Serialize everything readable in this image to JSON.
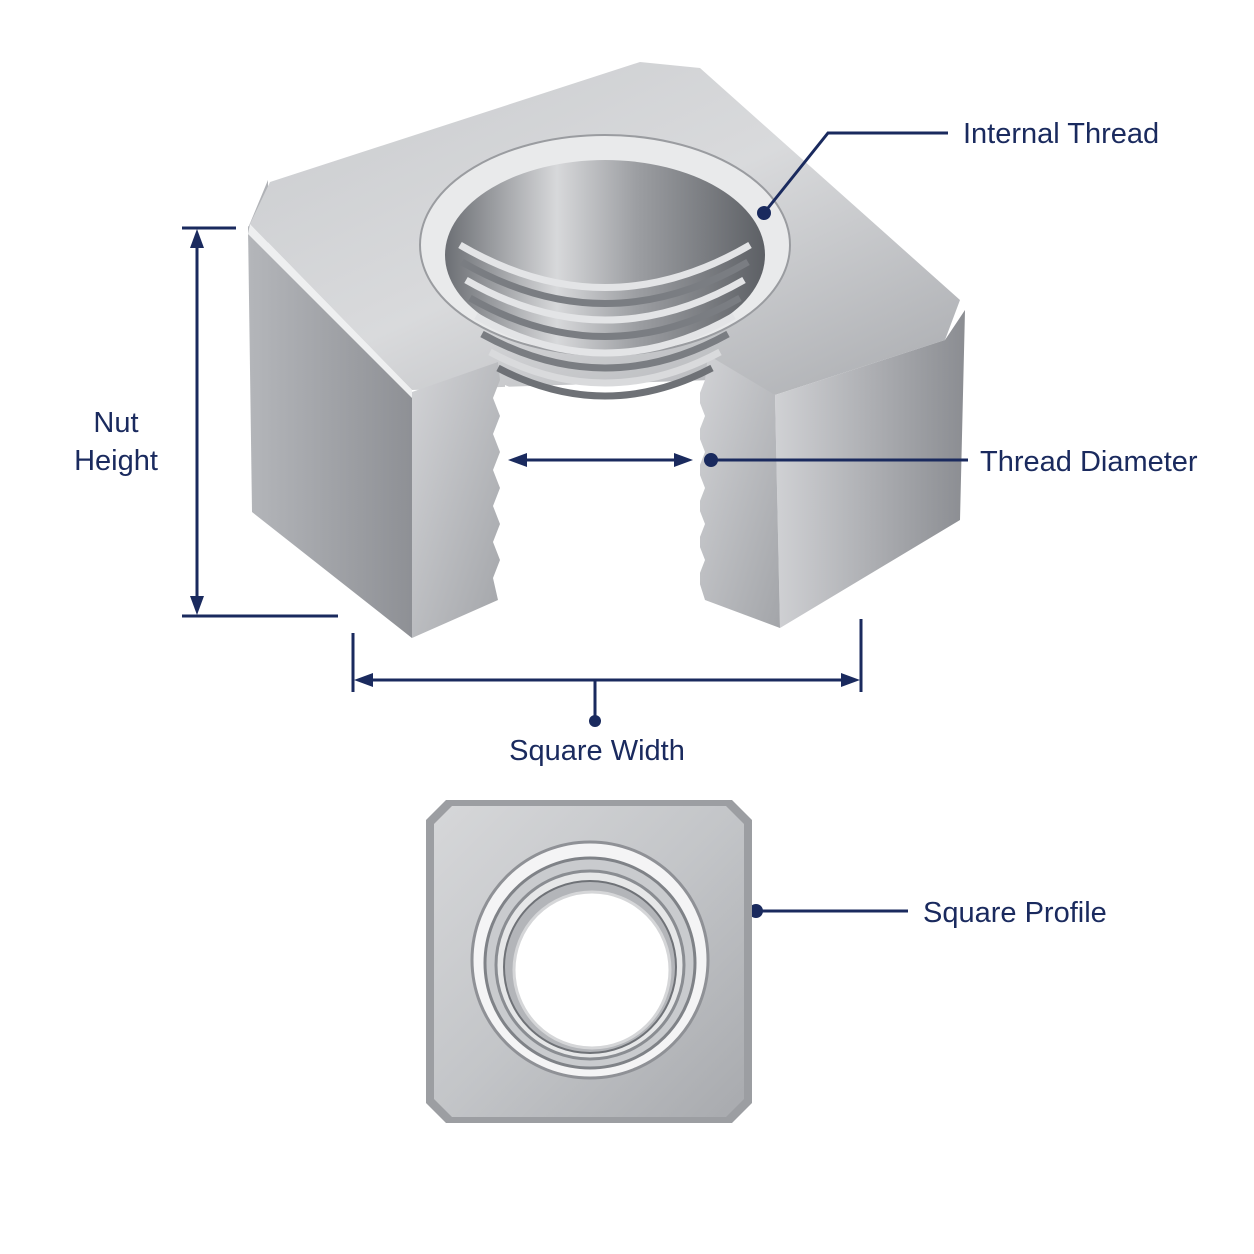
{
  "labels": {
    "internal_thread": "Internal Thread",
    "nut_height_line1": "Nut",
    "nut_height_line2": "Height",
    "thread_diameter": "Thread Diameter",
    "square_width": "Square Width",
    "square_profile": "Square Profile"
  },
  "colors": {
    "annotation": "#1a2a5e",
    "metal_light": "#e4e5e7",
    "metal_mid": "#b9bbbf",
    "metal_dark": "#7e8186",
    "background": "#ffffff"
  }
}
